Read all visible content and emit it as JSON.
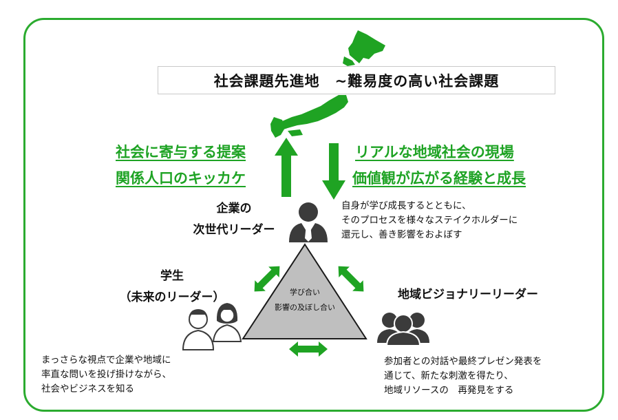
{
  "title": "社会課題先進地　~難易度の高い社会課題",
  "left_heading": {
    "line1": "社会に寄与する提案",
    "line2": "関係人口のキッカケ"
  },
  "right_heading": {
    "line1": "リアルな地域社会の現場",
    "line2": "価値観が広がる経験と成長"
  },
  "corporate": {
    "label_line1": "企業の",
    "label_line2": "次世代リーダー",
    "description": [
      "自身が学び成長するとともに、",
      "そのプロセスを様々なステイクホルダーに",
      "還元し、善き影響をおよぼす"
    ]
  },
  "student": {
    "label_line1": "学生",
    "label_line2": "（未来のリーダー）",
    "description": [
      "まっさらな視点で企業や地域に",
      "率直な問いを投げ掛けながら、",
      "社会やビジネスを知る"
    ]
  },
  "regional": {
    "label": "地域ビジョナリーリーダー",
    "description": [
      "参加者との対話や最終プレゼン発表を",
      "通じて、新たな刺激を得たり、",
      "地域リソースの　再発見をする"
    ]
  },
  "triangle": {
    "line1": "学び合い",
    "line2": "影響の及ぼし合い"
  },
  "colors": {
    "green": "#2bab2f",
    "text_green": "#1ea324",
    "triangle_fill": "#bfbfbf",
    "icon": "#3b3b3b"
  },
  "icons": [
    "japan-map-icon",
    "businessman-icon",
    "students-icon",
    "group-leaders-icon"
  ]
}
